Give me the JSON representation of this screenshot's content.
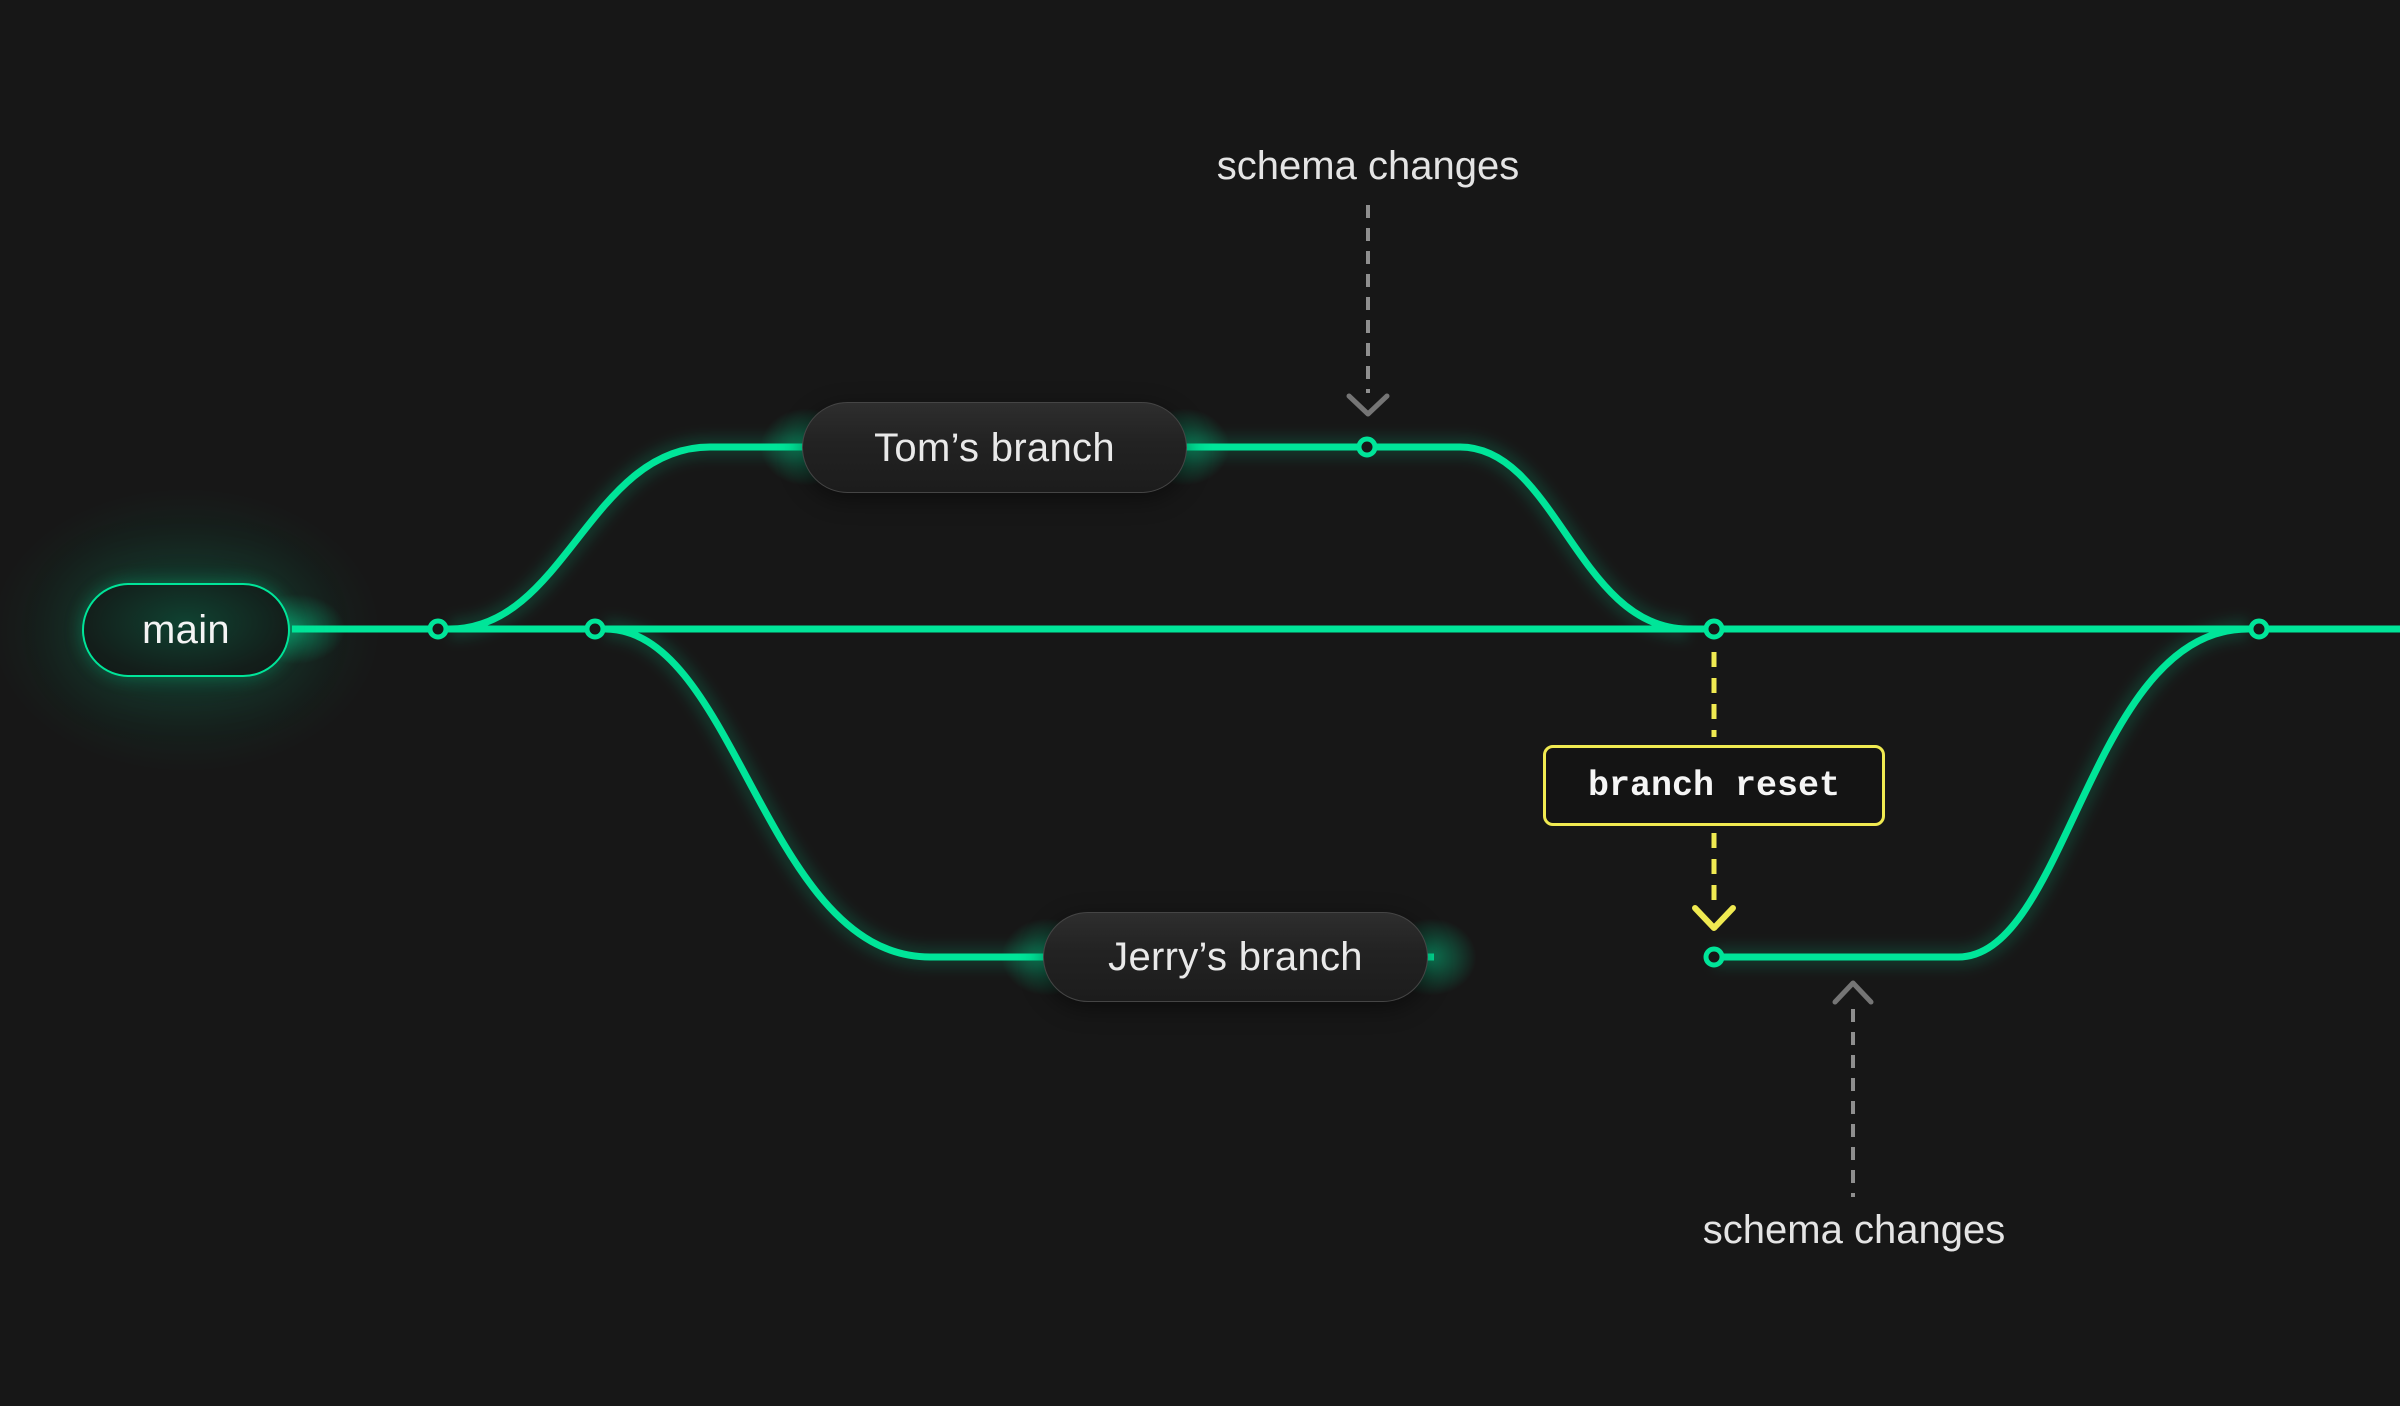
{
  "colors": {
    "green": "#00E599",
    "yellow": "#F0EA51",
    "gray": "#8F8F8F",
    "gray-dark": "#757575",
    "bg": "#171717",
    "text": "#E9E9E9"
  },
  "branches": {
    "main": {
      "label": "main"
    },
    "tom": {
      "label": "Tom’s branch"
    },
    "jerry": {
      "label": "Jerry’s branch"
    }
  },
  "annotations": {
    "schema_top": {
      "label": "schema changes"
    },
    "schema_bottom": {
      "label": "schema changes"
    },
    "branch_reset": {
      "label": "branch reset"
    }
  }
}
